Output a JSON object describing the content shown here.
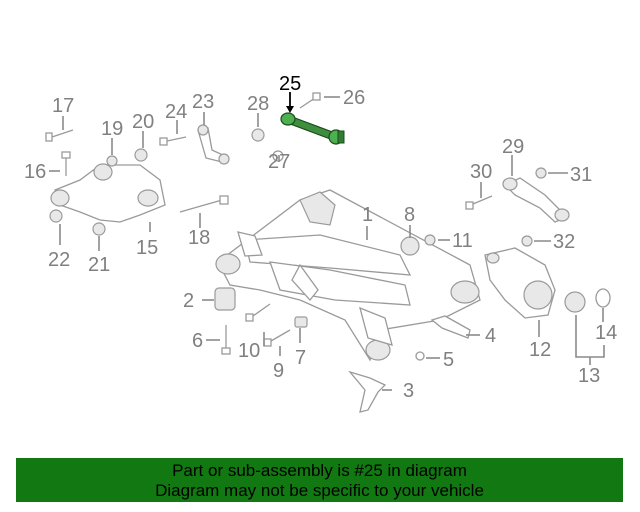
{
  "callouts": {
    "c1": "1",
    "c2": "2",
    "c3": "3",
    "c4": "4",
    "c5": "5",
    "c6": "6",
    "c7": "7",
    "c8": "8",
    "c9": "9",
    "c10": "10",
    "c11": "11",
    "c12": "12",
    "c13": "13",
    "c14": "14",
    "c15": "15",
    "c16": "16",
    "c17": "17",
    "c18": "18",
    "c19": "19",
    "c20": "20",
    "c21": "21",
    "c22": "22",
    "c23": "23",
    "c24": "24",
    "c25": "25",
    "c26": "26",
    "c27": "27",
    "c28": "28",
    "c29": "29",
    "c30": "30",
    "c31": "31",
    "c32": "32"
  },
  "highlight": {
    "part_number": "25",
    "color": "#2e7d32"
  },
  "banner": {
    "line1": "Part or sub-assembly is #25 in diagram",
    "line2": "Diagram may not be specific to your vehicle",
    "background": "#127812"
  }
}
